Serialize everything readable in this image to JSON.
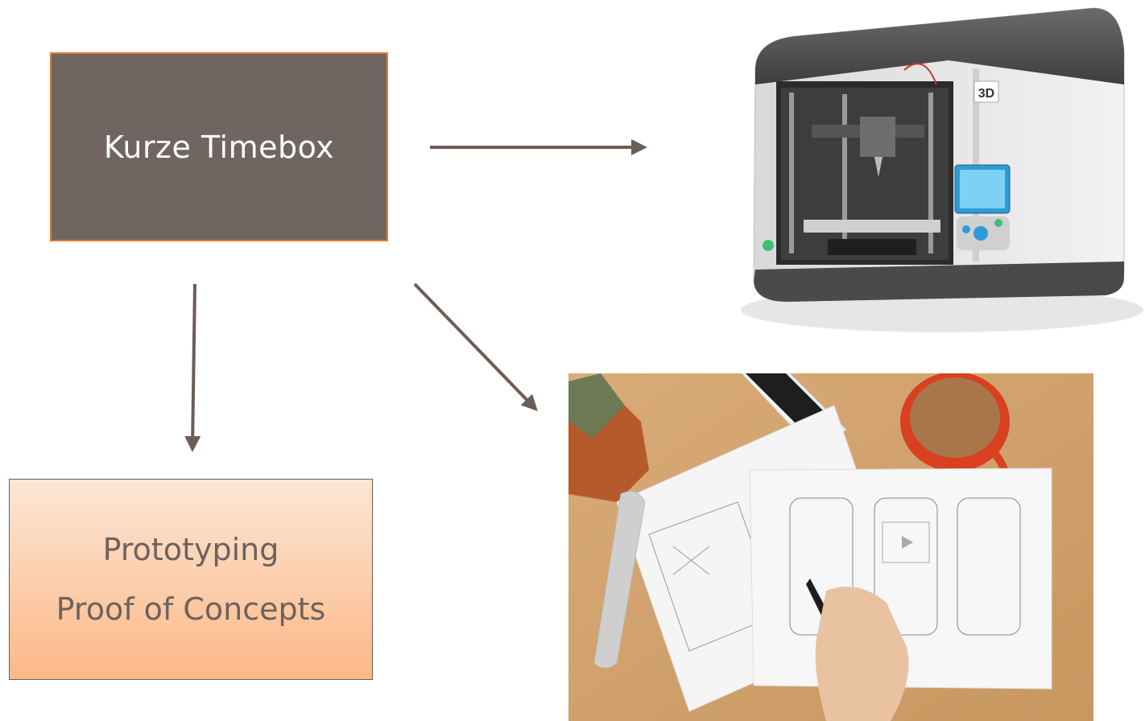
{
  "boxes": {
    "timebox": {
      "label": "Kurze Timebox"
    },
    "outcome": {
      "line1": "Prototyping",
      "line2": "Proof of Concepts"
    }
  },
  "printer_image": {
    "badge": "3D"
  },
  "colors": {
    "timebox_fill": "#706560",
    "timebox_border": "#e07b39",
    "outcome_gradient_top": "#fde6d6",
    "outcome_gradient_bottom": "#fbb886",
    "arrow": "#6b5d57"
  }
}
